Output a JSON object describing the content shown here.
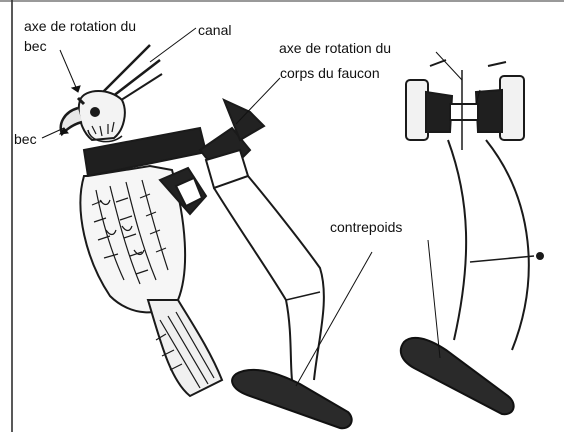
{
  "labels": {
    "beak_axis": "axe de rotation du",
    "beak_axis_2": "bec",
    "duct": "canal",
    "body_axis": "axe de rotation du",
    "body_axis_2": "corps du faucon",
    "beak": "bec",
    "counterweight": "contrepoids"
  },
  "colors": {
    "ink": "#1a1a1a",
    "paper": "#ffffff",
    "shade": "#2a2a2a"
  }
}
